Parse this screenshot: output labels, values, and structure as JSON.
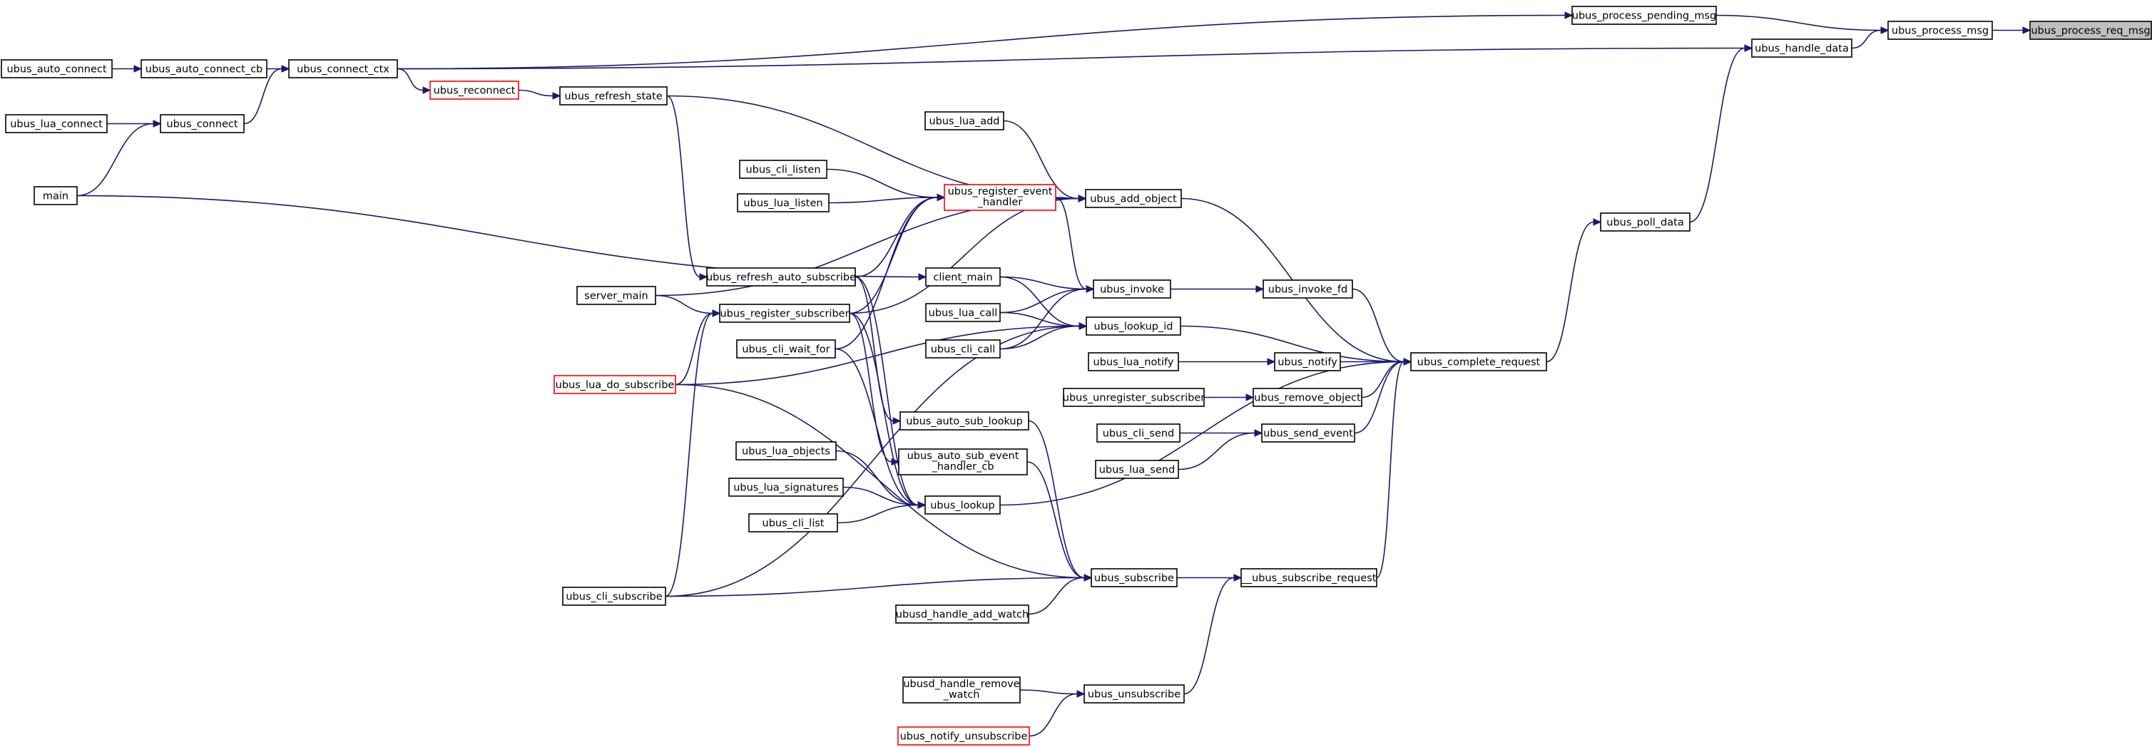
{
  "diagram": {
    "nodes": [
      {
        "id": "ubus_process_req_msg",
        "lines": [
          "ubus_process_req_msg"
        ],
        "style": "root"
      },
      {
        "id": "ubus_process_msg",
        "lines": [
          "ubus_process_msg"
        ]
      },
      {
        "id": "ubus_process_pending_msg",
        "lines": [
          "ubus_process_pending_msg"
        ]
      },
      {
        "id": "ubus_handle_data",
        "lines": [
          "ubus_handle_data"
        ]
      },
      {
        "id": "ubus_connect_ctx",
        "lines": [
          "ubus_connect_ctx"
        ]
      },
      {
        "id": "ubus_auto_connect_cb",
        "lines": [
          "ubus_auto_connect_cb"
        ]
      },
      {
        "id": "ubus_auto_connect",
        "lines": [
          "ubus_auto_connect"
        ]
      },
      {
        "id": "ubus_connect",
        "lines": [
          "ubus_connect"
        ]
      },
      {
        "id": "ubus_lua_connect",
        "lines": [
          "ubus_lua_connect"
        ]
      },
      {
        "id": "main",
        "lines": [
          "main"
        ]
      },
      {
        "id": "ubus_reconnect",
        "lines": [
          "ubus_reconnect"
        ],
        "style": "red"
      },
      {
        "id": "ubus_refresh_state",
        "lines": [
          "ubus_refresh_state"
        ]
      },
      {
        "id": "ubus_poll_data",
        "lines": [
          "ubus_poll_data"
        ]
      },
      {
        "id": "ubus_lua_add",
        "lines": [
          "ubus_lua_add"
        ]
      },
      {
        "id": "ubus_cli_listen",
        "lines": [
          "ubus_cli_listen"
        ]
      },
      {
        "id": "ubus_lua_listen",
        "lines": [
          "ubus_lua_listen"
        ]
      },
      {
        "id": "ubus_register_event_handler",
        "lines": [
          "ubus_register_event",
          "_handler"
        ],
        "style": "red"
      },
      {
        "id": "ubus_add_object",
        "lines": [
          "ubus_add_object"
        ]
      },
      {
        "id": "ubus_refresh_auto_subscribe",
        "lines": [
          "ubus_refresh_auto_subscribe"
        ]
      },
      {
        "id": "client_main",
        "lines": [
          "client_main"
        ]
      },
      {
        "id": "server_main",
        "lines": [
          "server_main"
        ]
      },
      {
        "id": "ubus_register_subscriber",
        "lines": [
          "ubus_register_subscriber"
        ]
      },
      {
        "id": "ubus_invoke",
        "lines": [
          "ubus_invoke"
        ]
      },
      {
        "id": "ubus_invoke_fd",
        "lines": [
          "ubus_invoke_fd"
        ]
      },
      {
        "id": "ubus_lua_call",
        "lines": [
          "ubus_lua_call"
        ]
      },
      {
        "id": "ubus_lookup_id",
        "lines": [
          "ubus_lookup_id"
        ]
      },
      {
        "id": "ubus_cli_call",
        "lines": [
          "ubus_cli_call"
        ]
      },
      {
        "id": "ubus_cli_wait_for",
        "lines": [
          "ubus_cli_wait_for"
        ]
      },
      {
        "id": "ubus_lua_do_subscribe",
        "lines": [
          "ubus_lua_do_subscribe"
        ],
        "style": "red"
      },
      {
        "id": "ubus_lua_notify",
        "lines": [
          "ubus_lua_notify"
        ]
      },
      {
        "id": "ubus_notify",
        "lines": [
          "ubus_notify"
        ]
      },
      {
        "id": "ubus_complete_request",
        "lines": [
          "ubus_complete_request"
        ]
      },
      {
        "id": "ubus_unregister_subscriber",
        "lines": [
          "ubus_unregister_subscriber"
        ]
      },
      {
        "id": "ubus_remove_object",
        "lines": [
          "ubus_remove_object"
        ]
      },
      {
        "id": "ubus_auto_sub_lookup",
        "lines": [
          "ubus_auto_sub_lookup"
        ]
      },
      {
        "id": "ubus_cli_send",
        "lines": [
          "ubus_cli_send"
        ]
      },
      {
        "id": "ubus_send_event",
        "lines": [
          "ubus_send_event"
        ]
      },
      {
        "id": "ubus_lua_objects",
        "lines": [
          "ubus_lua_objects"
        ]
      },
      {
        "id": "ubus_auto_sub_event_handler_cb",
        "lines": [
          "ubus_auto_sub_event",
          "_handler_cb"
        ]
      },
      {
        "id": "ubus_lua_send",
        "lines": [
          "ubus_lua_send"
        ]
      },
      {
        "id": "ubus_lua_signatures",
        "lines": [
          "ubus_lua_signatures"
        ]
      },
      {
        "id": "ubus_lookup",
        "lines": [
          "ubus_lookup"
        ]
      },
      {
        "id": "ubus_cli_list",
        "lines": [
          "ubus_cli_list"
        ]
      },
      {
        "id": "ubus_subscribe",
        "lines": [
          "ubus_subscribe"
        ]
      },
      {
        "id": "__ubus_subscribe_request",
        "lines": [
          "__ubus_subscribe_request"
        ]
      },
      {
        "id": "ubus_cli_subscribe",
        "lines": [
          "ubus_cli_subscribe"
        ]
      },
      {
        "id": "ubusd_handle_add_watch",
        "lines": [
          "ubusd_handle_add_watch"
        ]
      },
      {
        "id": "ubusd_handle_remove_watch",
        "lines": [
          "ubusd_handle_remove",
          "_watch"
        ]
      },
      {
        "id": "ubus_unsubscribe",
        "lines": [
          "ubus_unsubscribe"
        ]
      },
      {
        "id": "ubus_notify_unsubscribe",
        "lines": [
          "ubus_notify_unsubscribe"
        ],
        "style": "red"
      }
    ],
    "edges": [
      [
        "ubus_process_msg",
        "ubus_process_req_msg"
      ],
      [
        "ubus_process_pending_msg",
        "ubus_process_msg"
      ],
      [
        "ubus_handle_data",
        "ubus_process_msg"
      ],
      [
        "ubus_connect_ctx",
        "ubus_process_pending_msg"
      ],
      [
        "ubus_connect_ctx",
        "ubus_handle_data"
      ],
      [
        "ubus_poll_data",
        "ubus_handle_data"
      ],
      [
        "ubus_auto_connect_cb",
        "ubus_connect_ctx"
      ],
      [
        "ubus_auto_connect",
        "ubus_auto_connect_cb"
      ],
      [
        "ubus_connect",
        "ubus_connect_ctx"
      ],
      [
        "ubus_lua_connect",
        "ubus_connect"
      ],
      [
        "main",
        "ubus_connect"
      ],
      [
        "ubus_connect_ctx",
        "ubus_reconnect"
      ],
      [
        "ubus_reconnect",
        "ubus_refresh_state"
      ],
      [
        "ubus_complete_request",
        "ubus_poll_data"
      ],
      [
        "ubus_refresh_state",
        "ubus_add_object"
      ],
      [
        "ubus_refresh_state",
        "ubus_refresh_auto_subscribe"
      ],
      [
        "ubus_lua_add",
        "ubus_add_object"
      ],
      [
        "ubus_register_event_handler",
        "ubus_add_object"
      ],
      [
        "ubus_register_subscriber",
        "ubus_add_object"
      ],
      [
        "server_main",
        "ubus_add_object"
      ],
      [
        "ubus_cli_listen",
        "ubus_register_event_handler"
      ],
      [
        "ubus_lua_listen",
        "ubus_register_event_handler"
      ],
      [
        "ubus_refresh_auto_subscribe",
        "ubus_register_event_handler"
      ],
      [
        "ubus_register_subscriber",
        "ubus_register_event_handler"
      ],
      [
        "ubus_cli_wait_for",
        "ubus_register_event_handler"
      ],
      [
        "main",
        "client_main"
      ],
      [
        "server_main",
        "ubus_register_subscriber"
      ],
      [
        "ubus_lua_do_subscribe",
        "ubus_register_subscriber"
      ],
      [
        "ubus_cli_subscribe",
        "ubus_register_subscriber"
      ],
      [
        "client_main",
        "ubus_invoke"
      ],
      [
        "ubus_lua_call",
        "ubus_invoke"
      ],
      [
        "ubus_cli_call",
        "ubus_invoke"
      ],
      [
        "ubus_register_event_handler",
        "ubus_invoke"
      ],
      [
        "ubus_invoke",
        "ubus_invoke_fd"
      ],
      [
        "ubus_add_object",
        "ubus_complete_request"
      ],
      [
        "ubus_invoke_fd",
        "ubus_complete_request"
      ],
      [
        "ubus_lookup_id",
        "ubus_complete_request"
      ],
      [
        "ubus_notify",
        "ubus_complete_request"
      ],
      [
        "ubus_remove_object",
        "ubus_complete_request"
      ],
      [
        "ubus_send_event",
        "ubus_complete_request"
      ],
      [
        "ubus_lookup",
        "ubus_complete_request"
      ],
      [
        "__ubus_subscribe_request",
        "ubus_complete_request"
      ],
      [
        "client_main",
        "ubus_lookup_id"
      ],
      [
        "ubus_lua_call",
        "ubus_lookup_id"
      ],
      [
        "ubus_cli_call",
        "ubus_lookup_id"
      ],
      [
        "ubus_lua_do_subscribe",
        "ubus_lookup_id"
      ],
      [
        "ubus_cli_subscribe",
        "ubus_lookup_id"
      ],
      [
        "ubus_lua_notify",
        "ubus_notify"
      ],
      [
        "ubus_unregister_subscriber",
        "ubus_remove_object"
      ],
      [
        "ubus_cli_send",
        "ubus_send_event"
      ],
      [
        "ubus_lua_send",
        "ubus_send_event"
      ],
      [
        "ubus_refresh_auto_subscribe",
        "ubus_auto_sub_lookup"
      ],
      [
        "ubus_refresh_auto_subscribe",
        "ubus_lookup"
      ],
      [
        "ubus_register_subscriber",
        "ubus_auto_sub_event_handler_cb"
      ],
      [
        "ubus_register_subscriber",
        "ubus_lookup"
      ],
      [
        "ubus_cli_wait_for",
        "ubus_lookup"
      ],
      [
        "ubus_lua_objects",
        "ubus_lookup"
      ],
      [
        "ubus_lua_signatures",
        "ubus_lookup"
      ],
      [
        "ubus_cli_list",
        "ubus_lookup"
      ],
      [
        "ubus_auto_sub_lookup",
        "ubus_subscribe"
      ],
      [
        "ubus_auto_sub_event_handler_cb",
        "ubus_subscribe"
      ],
      [
        "ubus_lua_do_subscribe",
        "ubus_subscribe"
      ],
      [
        "ubus_cli_subscribe",
        "ubus_subscribe"
      ],
      [
        "ubusd_handle_add_watch",
        "ubus_subscribe"
      ],
      [
        "ubus_subscribe",
        "__ubus_subscribe_request"
      ],
      [
        "ubus_unsubscribe",
        "__ubus_subscribe_request"
      ],
      [
        "ubusd_handle_remove_watch",
        "ubus_unsubscribe"
      ],
      [
        "ubus_notify_unsubscribe",
        "ubus_unsubscribe"
      ]
    ]
  }
}
